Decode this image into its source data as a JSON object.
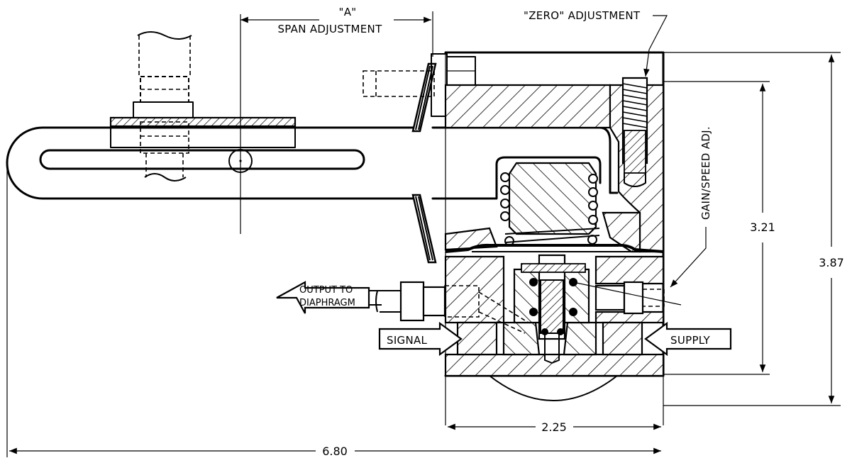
{
  "labels": {
    "span_a": "\"A\"",
    "span_adjustment": "SPAN ADJUSTMENT",
    "zero_adjustment": "\"ZERO\" ADJUSTMENT",
    "gain_speed": "GAIN/SPEED ADJ.",
    "output_line1": "OUTPUT TO",
    "output_line2": "DIAPHRAGM",
    "signal": "SIGNAL",
    "supply": "SUPPLY"
  },
  "dimensions": {
    "height_inner": "3.21",
    "height_outer": "3.87",
    "width_body": "2.25",
    "width_total": "6.80"
  }
}
